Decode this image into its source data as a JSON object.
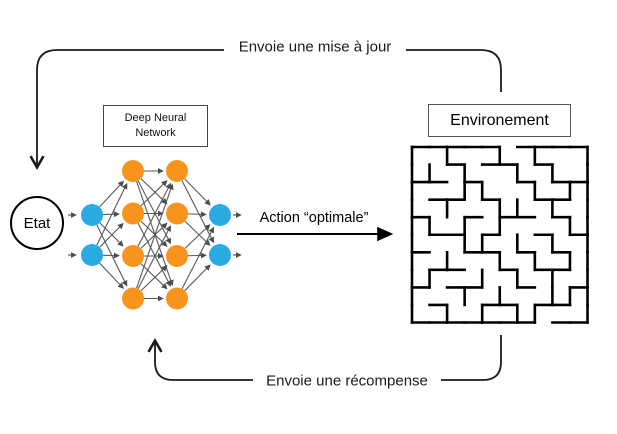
{
  "labels": {
    "update": "Envoie une mise à jour",
    "reward": "Envoie une récompense",
    "action": "Action “optimale”",
    "state": "Etat",
    "dnn": "Deep Neural\nNetwork",
    "environment": "Environement"
  },
  "colors": {
    "loop_line": "#1a1a1a",
    "action_line": "#000000",
    "stub_line": "#4d4d4d",
    "edge_line": "#58595B",
    "input_output_node": "#29ABE2",
    "hidden_node": "#F7941E",
    "maze_wall": "#000000"
  },
  "network": {
    "layer_sizes": [
      2,
      4,
      4,
      2
    ]
  },
  "maze": {
    "h_walls": [
      "1111101111",
      "0010110100",
      "1101001011",
      "0110100110",
      "1001011010",
      "0110100101",
      "1001101010",
      "0110010110",
      "1011001001",
      "0100110110",
      "1111111011"
    ],
    "v_walls": [
      "10100101001",
      "11010010101",
      "10011001011",
      "10100110101",
      "11010100011",
      "10011010101",
      "10100101011",
      "11001010101",
      "10010100111",
      "10101011001"
    ]
  }
}
